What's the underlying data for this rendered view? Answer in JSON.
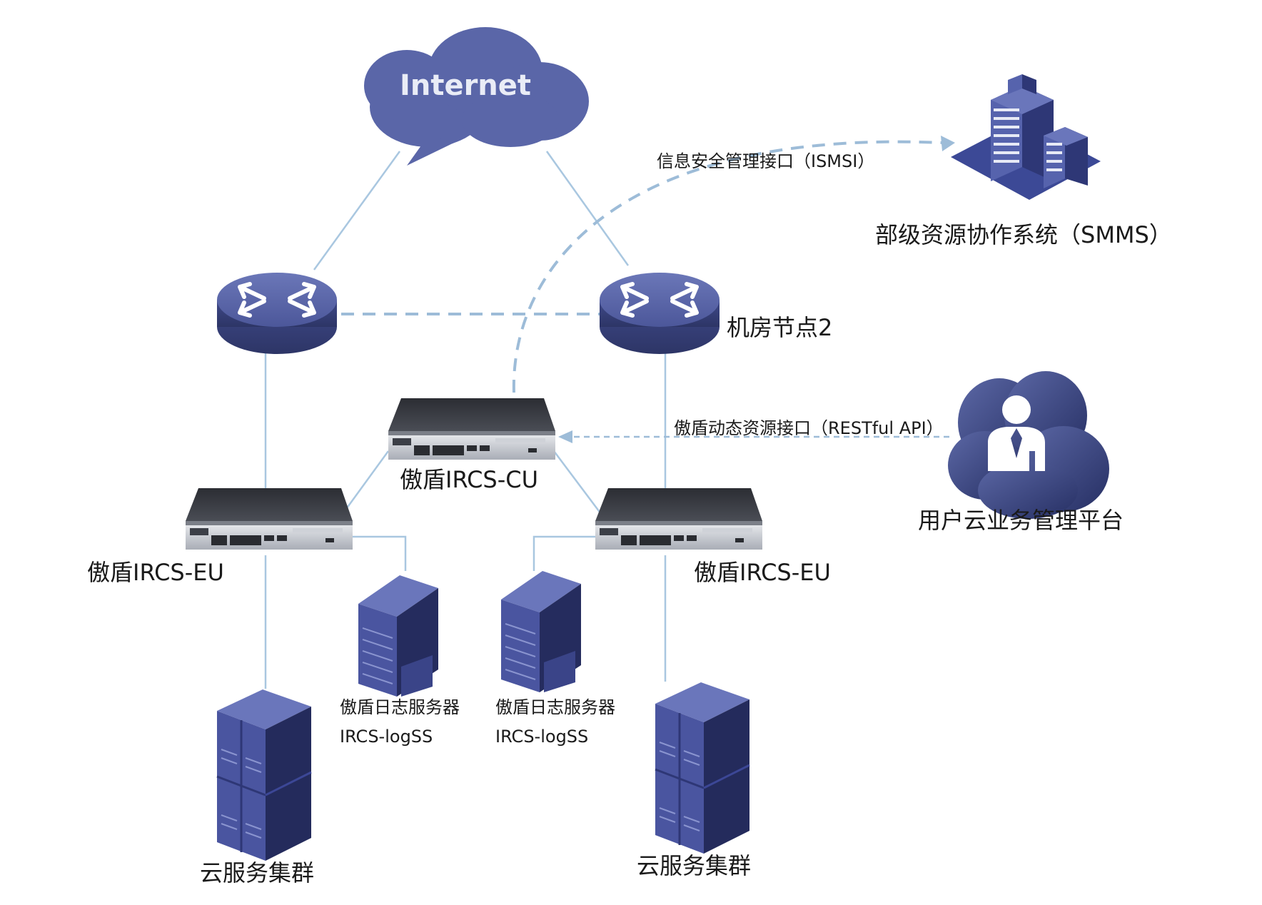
{
  "internet": {
    "label": "Internet"
  },
  "router_right": {
    "label": "机房节点2"
  },
  "smms": {
    "label": "部级资源协作系统（SMMS）"
  },
  "user_platform": {
    "label": "用户云业务管理平台"
  },
  "cu": {
    "label": "傲盾IRCS-CU"
  },
  "eu_left": {
    "label": "傲盾IRCS-EU"
  },
  "eu_right": {
    "label": "傲盾IRCS-EU"
  },
  "log_left": {
    "line1": "傲盾日志服务器",
    "line2": "IRCS-logSS"
  },
  "log_right": {
    "line1": "傲盾日志服务器",
    "line2": "IRCS-logSS"
  },
  "cluster_left": {
    "label": "云服务集群"
  },
  "cluster_right": {
    "label": "云服务集群"
  },
  "interfaces": {
    "ismsi": "信息安全管理接口（ISMSI）",
    "restful": "傲盾动态资源接口（RESTful API）"
  },
  "colors": {
    "accent": "#5a67a8",
    "accent_dark": "#3d4780",
    "line": "#9fc0dc",
    "dashed": "#8fb3d3"
  }
}
